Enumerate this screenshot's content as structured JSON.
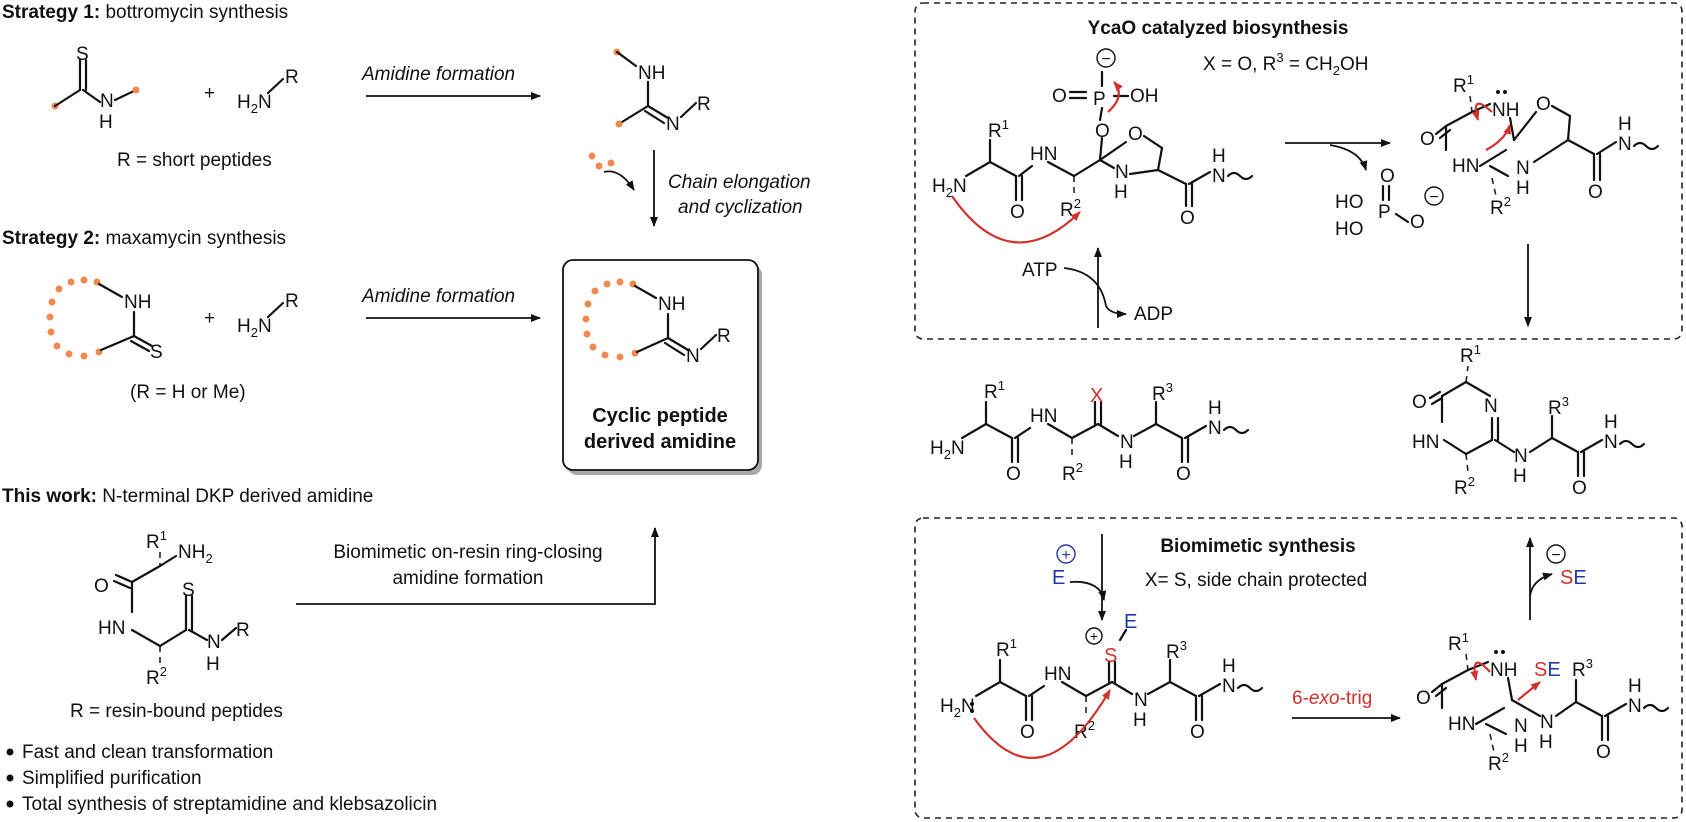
{
  "colors": {
    "accent_orange": "#ef8a4f",
    "accent_red": "#d0312d",
    "accent_blue": "#1f3aa8",
    "text": "#111111"
  },
  "left": {
    "strategy1": {
      "heading_bold": "Strategy 1:",
      "heading_rest": " bottromycin synthesis",
      "plus": "+",
      "arrow_label": "Amidine formation",
      "r_note": "R = short peptides",
      "elongation_line1": "Chain elongation",
      "elongation_line2": "and cyclization"
    },
    "strategy2": {
      "heading_bold": "Strategy 2:",
      "heading_rest": " maxamycin synthesis",
      "plus": "+",
      "arrow_label": "Amidine formation",
      "r_note": "(R = H or Me)"
    },
    "product_box": {
      "line1": "Cyclic peptide",
      "line2": "derived amidine"
    },
    "this_work": {
      "heading_bold": "This work:",
      "heading_rest": " N-terminal DKP derived amidine",
      "arrow_line1": "Biomimetic on-resin ring-closing",
      "arrow_line2": "amidine formation",
      "r_note": "R = resin-bound peptides",
      "bullets": [
        "Fast and clean transformation",
        "Simplified purification",
        "Total synthesis of streptamidine and klebsazolicin"
      ]
    }
  },
  "right": {
    "ycao": {
      "title": "YcaO catalyzed biosynthesis",
      "condition": "X = O, R",
      "condition_sup": "3",
      "condition_rest": " = CH",
      "condition_sub": "2",
      "condition_end": "OH",
      "atp": "ATP",
      "adp": "ADP"
    },
    "biomimetic": {
      "title": "Biomimetic synthesis",
      "condition": "X= S, side chain protected",
      "arrow_label_pre": "6-",
      "arrow_label_italic": "exo",
      "arrow_label_post": "-trig",
      "electrophile": "E",
      "leaving_group_s": "S",
      "leaving_group_e": "E"
    }
  },
  "atoms": {
    "S": "S",
    "NH": "NH",
    "N": "N",
    "H": "H",
    "R": "R",
    "O": "O",
    "OH": "OH",
    "HO": "HO",
    "P": "P",
    "X": "X",
    "E": "E",
    "HN": "HN",
    "NH2": "NH",
    "H2N": "H",
    "sub2": "2",
    "R1": "R",
    "R2": "R",
    "R3": "R",
    "one": "1",
    "two": "2",
    "three": "3",
    "plus": "+",
    "minus": "−"
  }
}
